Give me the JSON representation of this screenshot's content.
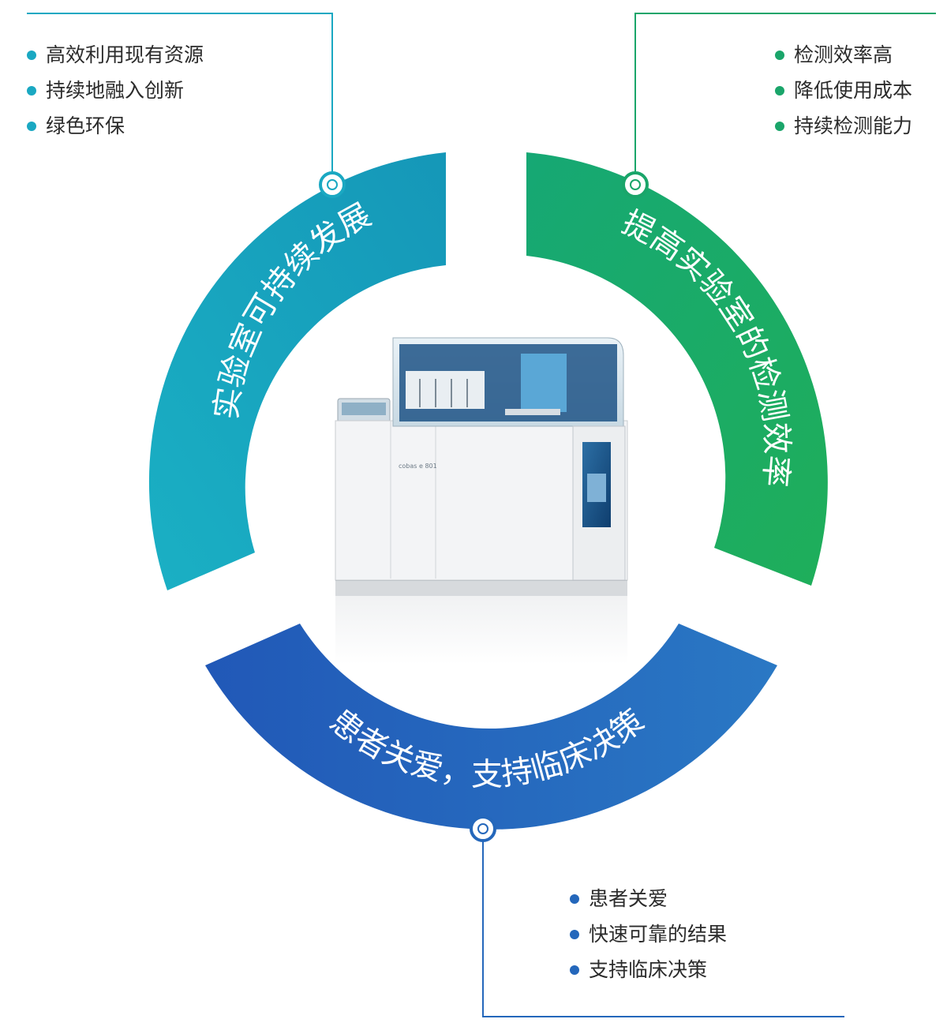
{
  "segments": [
    {
      "key": "left",
      "title": "实验室可持续发展",
      "color": "#1aa8c2",
      "bullets": [
        "高效利用现有资源",
        "持续地融入创新",
        "绿色环保"
      ]
    },
    {
      "key": "right",
      "title": "提高实验室的检测效率",
      "color": "#1aa56a",
      "bullets": [
        "检测效率高",
        "降低使用成本",
        "持续检测能力"
      ]
    },
    {
      "key": "bottom",
      "title": "患者关爱，支持临床决策",
      "color": "#2467bb",
      "bullets": [
        "患者关爱",
        "快速可靠的结果",
        "支持临床决策"
      ]
    }
  ],
  "instrument": {
    "brand_label": "cobas e 801"
  }
}
